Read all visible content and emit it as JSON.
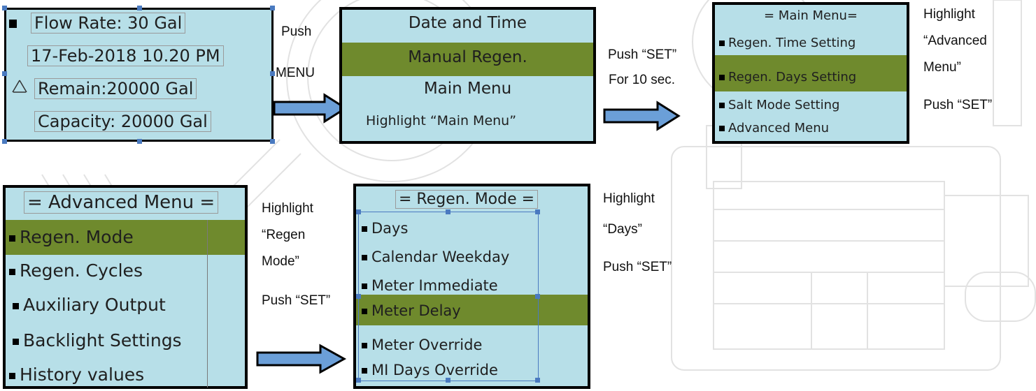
{
  "screen1": {
    "flow_rate": "Flow Rate:  30 Gal",
    "datetime": "17-Feb-2018 10.20 PM",
    "remain": "Remain:20000 Gal",
    "capacity": "Capacity: 20000 Gal"
  },
  "screen2": {
    "items": [
      "Date and Time",
      "Manual Regen.",
      "Main Menu"
    ],
    "highlighted": "Manual Regen.",
    "instruction": "Highlight “Main Menu”"
  },
  "screen3": {
    "title": "= Main Menu=",
    "items": [
      "Regen. Time Setting",
      "Regen. Days Setting",
      "Salt Mode Setting",
      "Advanced Menu"
    ],
    "highlighted": "Regen. Days Setting"
  },
  "screen4": {
    "title": "= Advanced Menu =",
    "items": [
      "Regen. Mode",
      "Regen. Cycles",
      "Auxiliary Output",
      "Backlight Settings",
      "History values"
    ],
    "highlighted": "Regen. Mode"
  },
  "screen5": {
    "title": "= Regen. Mode =",
    "items": [
      "Days",
      "Calendar Weekday",
      "Meter Immediate",
      "Meter Delay",
      "Meter Override",
      "MI Days Override"
    ],
    "highlighted": "Meter Delay"
  },
  "notes": {
    "n1a": "Push",
    "n1b": "MENU",
    "n2a": "Push “SET”",
    "n2b": "For 10 sec.",
    "n3a": "Highlight",
    "n3b": "“Advanced",
    "n3c": "Menu”",
    "n3d": "Push “SET”",
    "n4a": "Highlight",
    "n4b": "“Regen",
    "n4c": "Mode”",
    "n4d": "Push “SET”",
    "n5a": "Highlight",
    "n5b": "“Days”",
    "n5c": "Push “SET”"
  },
  "colors": {
    "screen_bg": "#b7dfe8",
    "highlight": "#6f8a2d",
    "arrow_fill": "#6b9fd8",
    "arrow_outline": "#000000",
    "selection_handles": "#4a7ac0"
  },
  "icons": [
    "bullet-square-icon",
    "recycle-icon",
    "right-arrow-icon"
  ]
}
